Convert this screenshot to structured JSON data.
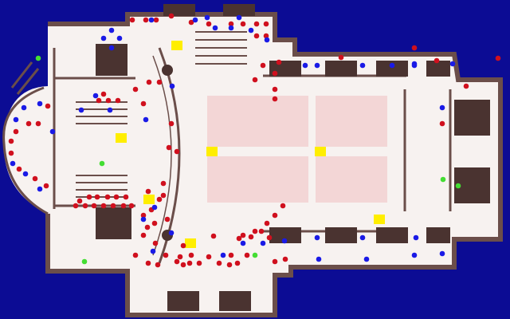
{
  "colors": {
    "background": "#0c0c94",
    "floor": "#f7f2f0",
    "wall": "#6b4e4a",
    "wall_dark": "#4a3330",
    "pink_zone": "#f3d6d6",
    "marker_yellow": "#ffee00",
    "dot_red": "#d0101e",
    "dot_blue": "#1a1ae6",
    "dot_green": "#44dd33"
  },
  "map": {
    "title": "",
    "legend": [],
    "marker_counts": {
      "red": 96,
      "blue": 47,
      "green": 6,
      "yellow": 7
    }
  }
}
